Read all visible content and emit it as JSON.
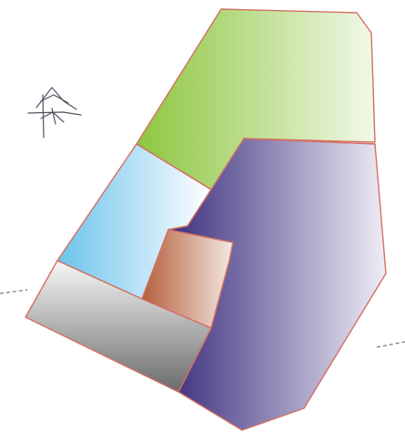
{
  "regions": [
    {
      "id": "green",
      "gradient": [
        "#8dc63f",
        "#f2f8e8"
      ]
    },
    {
      "id": "purple",
      "gradient": [
        "#3c2e7e",
        "#efedf5"
      ]
    },
    {
      "id": "blue",
      "gradient": [
        "#6cc3ec",
        "#ffffff"
      ]
    },
    {
      "id": "brown",
      "gradient": [
        "#b35f3b",
        "#f4e8e5"
      ]
    },
    {
      "id": "gray",
      "gradient": [
        "#f7f7f7",
        "#6b6b6b"
      ]
    }
  ],
  "outline_color": "#d36f62",
  "marker_icon": "gear-icon"
}
